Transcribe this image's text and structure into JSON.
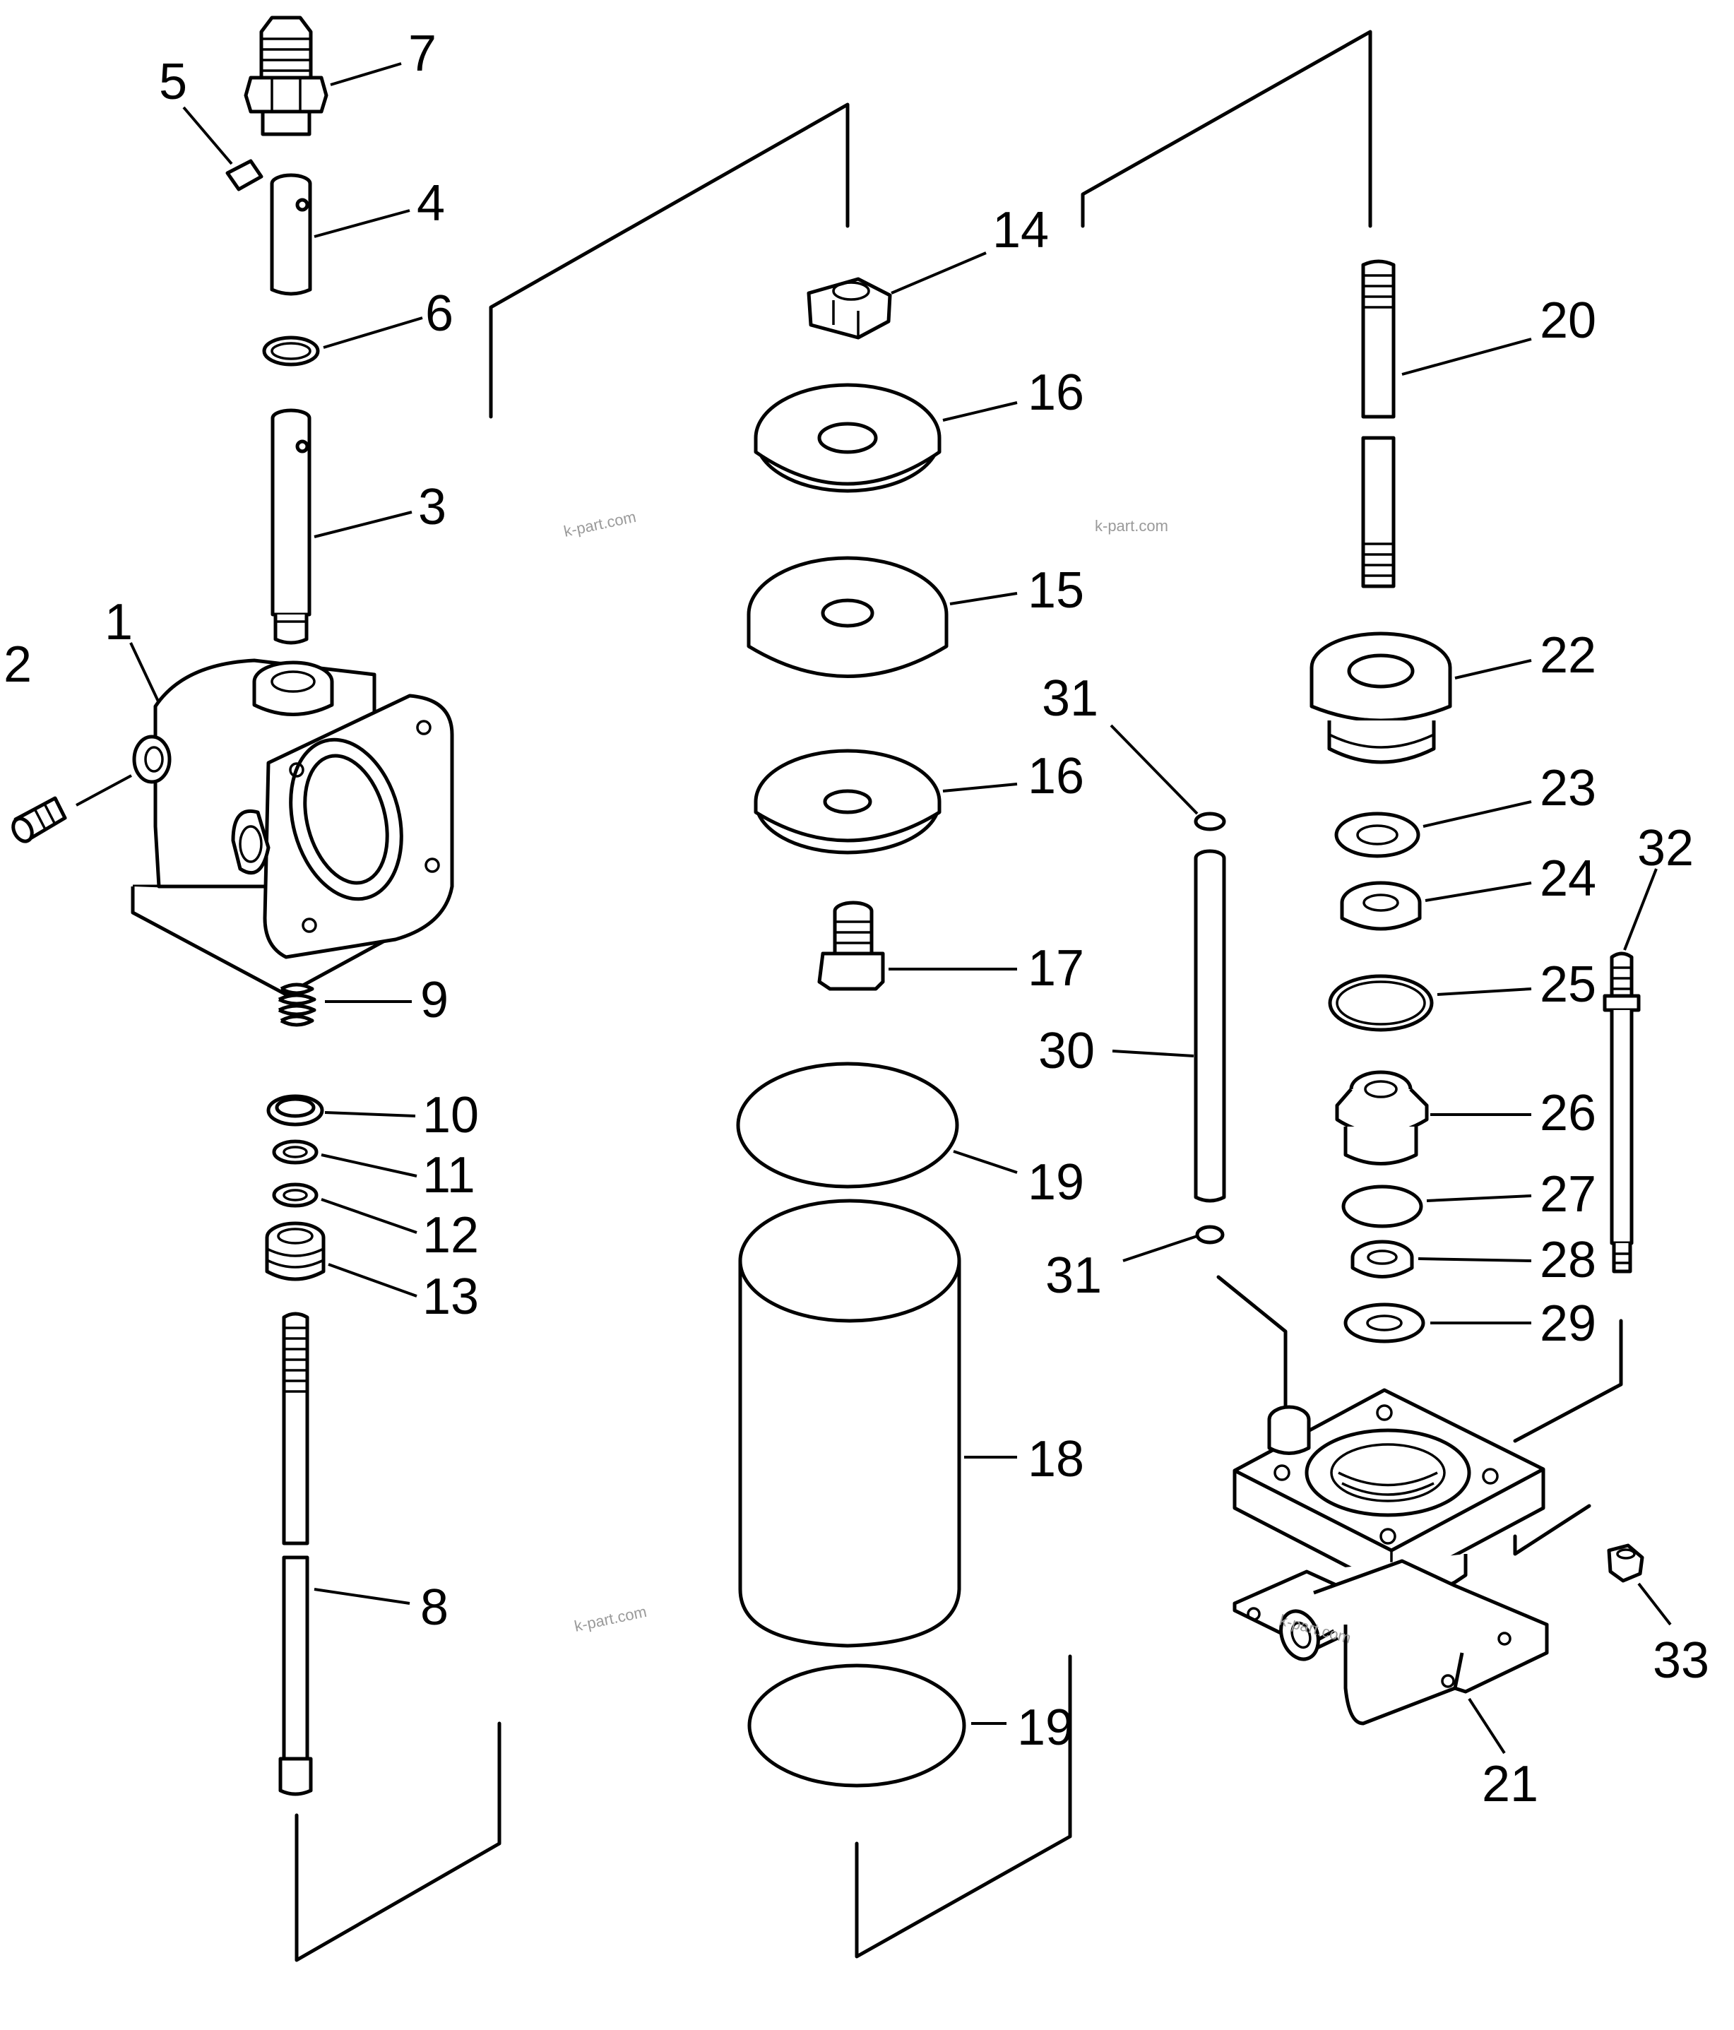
{
  "diagram": {
    "callouts": [
      {
        "id": "c1",
        "text": "1"
      },
      {
        "id": "c2",
        "text": "2"
      },
      {
        "id": "c3",
        "text": "3"
      },
      {
        "id": "c4",
        "text": "4"
      },
      {
        "id": "c5",
        "text": "5"
      },
      {
        "id": "c6",
        "text": "6"
      },
      {
        "id": "c7",
        "text": "7"
      },
      {
        "id": "c8",
        "text": "8"
      },
      {
        "id": "c9",
        "text": "9"
      },
      {
        "id": "c10",
        "text": "10"
      },
      {
        "id": "c11",
        "text": "11"
      },
      {
        "id": "c12",
        "text": "12"
      },
      {
        "id": "c13",
        "text": "13"
      },
      {
        "id": "c14",
        "text": "14"
      },
      {
        "id": "c15",
        "text": "15"
      },
      {
        "id": "c16a",
        "text": "16"
      },
      {
        "id": "c16b",
        "text": "16"
      },
      {
        "id": "c17",
        "text": "17"
      },
      {
        "id": "c18",
        "text": "18"
      },
      {
        "id": "c19a",
        "text": "19"
      },
      {
        "id": "c19b",
        "text": "19"
      },
      {
        "id": "c20",
        "text": "20"
      },
      {
        "id": "c21",
        "text": "21"
      },
      {
        "id": "c22",
        "text": "22"
      },
      {
        "id": "c23",
        "text": "23"
      },
      {
        "id": "c24",
        "text": "24"
      },
      {
        "id": "c25",
        "text": "25"
      },
      {
        "id": "c26",
        "text": "26"
      },
      {
        "id": "c27",
        "text": "27"
      },
      {
        "id": "c28",
        "text": "28"
      },
      {
        "id": "c29",
        "text": "29"
      },
      {
        "id": "c30",
        "text": "30"
      },
      {
        "id": "c31a",
        "text": "31"
      },
      {
        "id": "c31b",
        "text": "31"
      },
      {
        "id": "c32",
        "text": "32"
      },
      {
        "id": "c33",
        "text": "33"
      }
    ],
    "watermarks": [
      "k-part.com",
      "k-part.com",
      "k-part.com",
      "k-part.com"
    ]
  }
}
